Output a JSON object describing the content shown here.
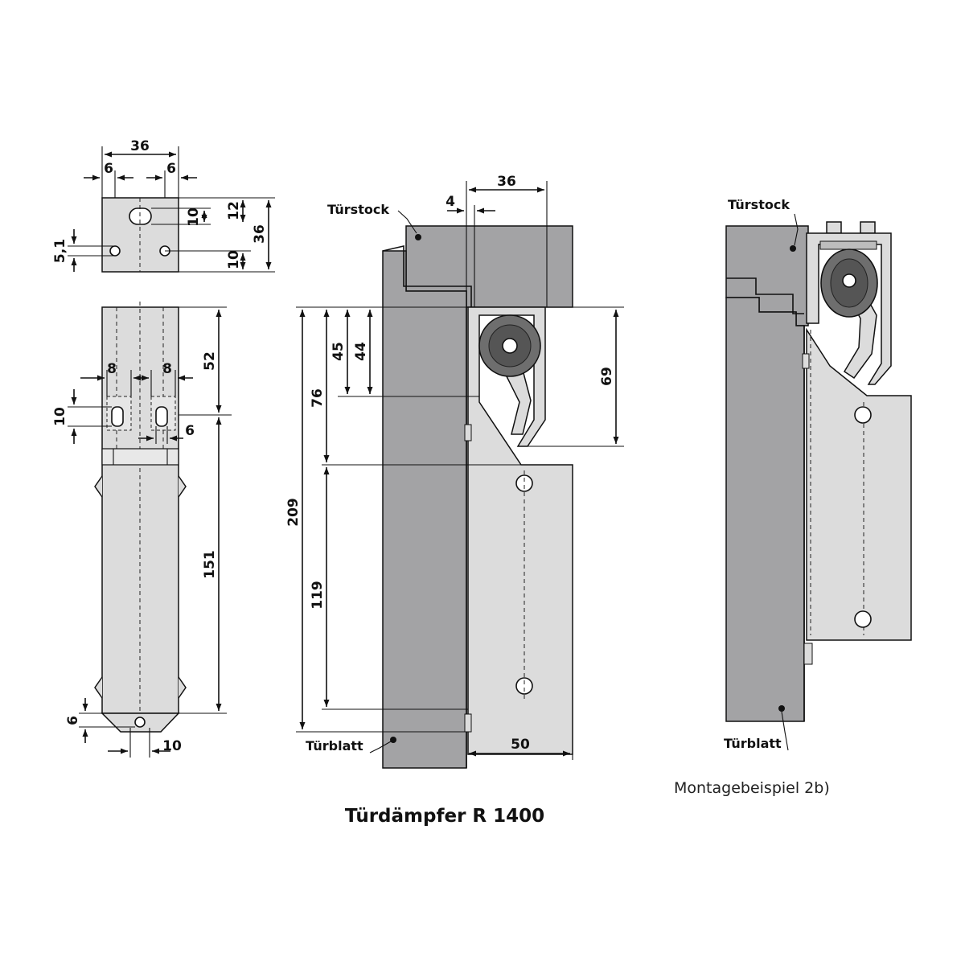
{
  "labels": {
    "tuerstock": "Türstock",
    "tuerblatt": "Türblatt",
    "title": "Türdämpfer R 1400",
    "caption": "Montagebeispiel 2b)"
  },
  "dims_left": {
    "w36": "36",
    "l6": "6",
    "r6": "6",
    "s10": "10",
    "s12": "12",
    "h36": "36",
    "b10": "10",
    "d51": "5,1",
    "h52": "52",
    "w8a": "8",
    "w8b": "8",
    "v10": "10",
    "h6": "6",
    "h151": "151",
    "b6": "6",
    "b10w": "10"
  },
  "dims_mid": {
    "w36": "36",
    "w4": "4",
    "h45": "45",
    "h44": "44",
    "h76": "76",
    "h69": "69",
    "h209": "209",
    "h119": "119",
    "w50": "50"
  },
  "colors": {
    "wood": "#a3a3a5",
    "metal": "#dcdcdc",
    "line": "#111111"
  }
}
